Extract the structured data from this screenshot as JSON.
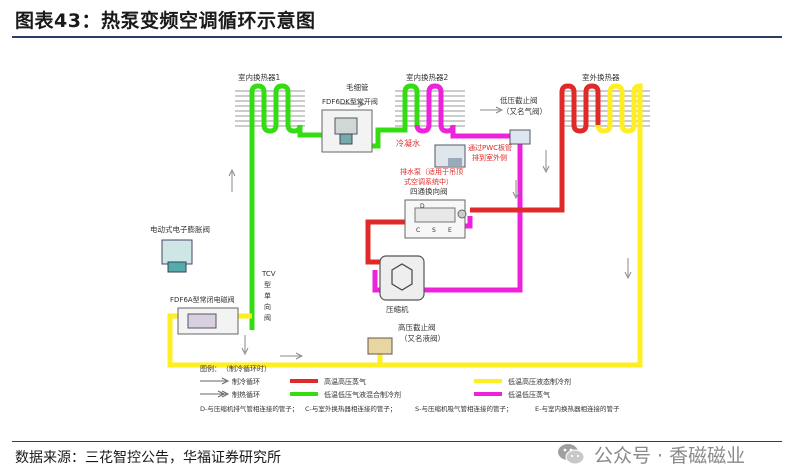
{
  "header": {
    "title": "图表43：热泵变频空调循环示意图"
  },
  "footer": {
    "source": "数据来源：三花智控公告，华福证券研究所"
  },
  "watermark": {
    "text": "公众号 · 香磁磁业"
  },
  "diagram": {
    "labels": {
      "indoor_hx1": "室内换热器1",
      "capillary": "毛细管",
      "fdf_normally_open": "FDF6DK型常开阀",
      "indoor_hx2": "室内换热器2",
      "low_pressure_stop": "低压截止阀",
      "low_pressure_stop_sub": "（又名气阀）",
      "outdoor_hx": "室外换热器",
      "cold_water": "冷凝水",
      "pwc_note_1": "通过PWC板管",
      "pwc_note_2": "排到室外侧",
      "drain_note_1": "排水泵（适用于吊顶",
      "drain_note_2": "式空调系统中）",
      "four_way": "四通换向阀",
      "eev": "电动式电子膨胀阀",
      "tcv_1": "TCV",
      "tcv_2": "型",
      "tcv_3": "单",
      "tcv_4": "向",
      "tcv_5": "阀",
      "fdf_solenoid": "FDF6A型常闭电磁阀",
      "compressor": "压缩机",
      "high_pressure_stop": "高压截止阀",
      "high_pressure_stop_sub": "（又名液阀）",
      "port_d": "D",
      "port_c": "C",
      "port_s": "S",
      "port_e": "E"
    },
    "legend": {
      "title": "图例：",
      "title_note": "（制冷循环时）",
      "cooling_cycle": "制冷循环",
      "heating_cycle": "制热循环",
      "high_temp_high_pressure_gas": "高温高压蒸气",
      "low_temp_low_pressure_mix": "低温低压气液混合制冷剂",
      "high_pressure_liquid": "低温高压液态制冷剂",
      "low_temp_low_pressure_gas": "低温低压蒸气",
      "note_d": "D-与压缩机排气管相连接的管子；",
      "note_c": "C-与室外换热器相连接的管子；",
      "note_s": "S-与压缩机吸气管相连接的管子；",
      "note_e": "E-与室内换热器相连接的管子"
    },
    "colors": {
      "red": "#e02a2a",
      "green": "#33dd11",
      "yellow": "#ffee22",
      "magenta": "#ee22dd",
      "coil_gray": "#9a9a9a"
    }
  }
}
